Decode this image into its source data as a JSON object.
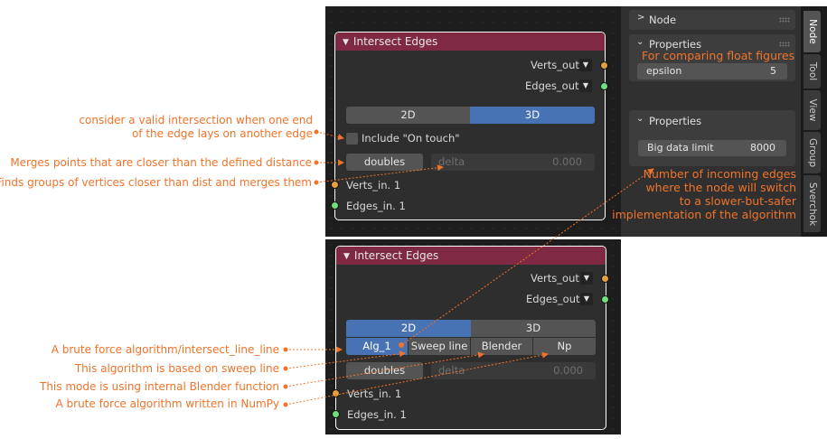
{
  "top_node": {
    "title": "Intersect Edges",
    "verts_out": "Verts_out",
    "edges_out": "Edges_out",
    "tab_2d": "2D",
    "tab_3d": "3D",
    "include_on_touch": "Include \"On touch\"",
    "doubles": "doubles",
    "delta_label": "delta",
    "delta_value": "0.000",
    "verts_in": "Verts_in. 1",
    "edges_in": "Edges_in. 1"
  },
  "bottom_node": {
    "title": "Intersect Edges",
    "verts_out": "Verts_out",
    "edges_out": "Edges_out",
    "tab_2d": "2D",
    "tab_3d": "3D",
    "alg_1": "Alg_1",
    "sweep_line": "Sweep line",
    "blender": "Blender",
    "np": "Np",
    "doubles": "doubles",
    "delta_label": "delta",
    "delta_value": "0.000",
    "verts_in": "Verts_in. 1",
    "edges_in": "Edges_in. 1"
  },
  "sidebar": {
    "node_panel": "Node",
    "properties_1": "Properties",
    "epsilon_label": "epsilon",
    "epsilon_value": "5",
    "properties_2": "Properties",
    "big_data_label": "Big data limit",
    "big_data_value": "8000",
    "tabs": [
      "Node",
      "Tool",
      "View",
      "Group",
      "Sverchok"
    ]
  },
  "annotations": {
    "on_touch_1": "consider a valid intersection when one end",
    "on_touch_2": "of the edge lays on another edge",
    "doubles": "Merges points that are closer than the defined distance",
    "delta": "Finds groups of vertices closer than dist and merges them",
    "epsilon": "For comparing float figures",
    "big_data_1": "Number of incoming edges",
    "big_data_2": "where the node will switch",
    "big_data_3": "to a slower-but-safer",
    "big_data_4": "implementation of the algorithm",
    "alg_1": "A brute force algorithm/intersect_line_line",
    "sweep": "This algorithm is based on sweep line",
    "blender": "This mode is using internal Blender function",
    "np": "A brute force algorithm written in NumPy"
  },
  "colors": {
    "annotation": "#f0732a",
    "node_header": "#7f2942",
    "active_button": "#4772b3",
    "socket_vertices": "#e5a040",
    "socket_edges": "#6fe07d"
  }
}
